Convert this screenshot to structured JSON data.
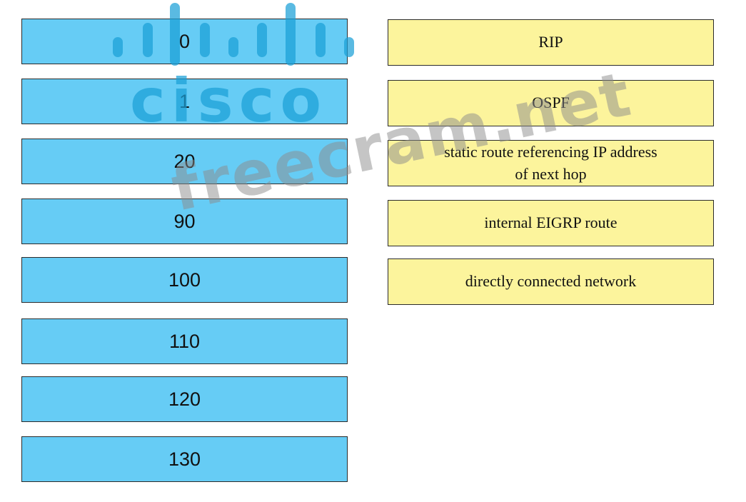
{
  "numbers": [
    "0",
    "1",
    "20",
    "90",
    "100",
    "110",
    "120",
    "130"
  ],
  "options": [
    "RIP",
    "OSPF",
    "static route referencing IP address\nof next hop",
    "internal EIGRP route",
    "directly connected network"
  ],
  "logo_text": "cisco",
  "watermark_text": "freecram.net",
  "colors": {
    "number_box": "#66ccf5",
    "option_box": "#fcf49c",
    "logo": "#1ba0d7"
  }
}
